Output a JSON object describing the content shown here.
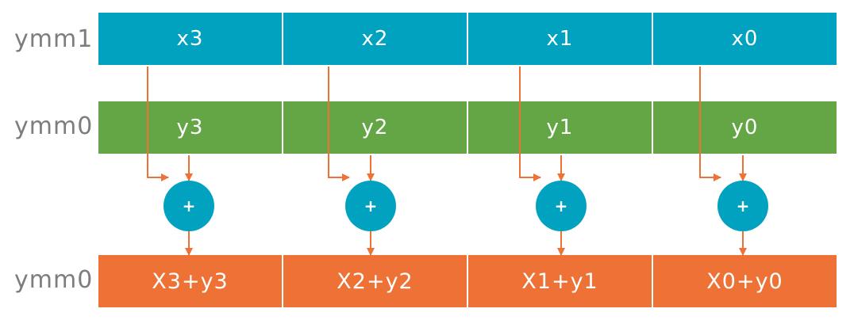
{
  "colors": {
    "x_row": "#00a2c0",
    "y_row": "#64a645",
    "result_row": "#ee7135",
    "adder": "#00a2c0",
    "arrow": "#ee7135",
    "label": "#7d7d7d"
  },
  "rows": {
    "x": {
      "label": "ymm1",
      "cells": [
        "x3",
        "x2",
        "x1",
        "x0"
      ]
    },
    "y": {
      "label": "ymm0",
      "cells": [
        "y3",
        "y2",
        "y1",
        "y0"
      ]
    },
    "result": {
      "label": "ymm0",
      "cells": [
        "X3+y3",
        "X2+y2",
        "X1+y1",
        "X0+y0"
      ]
    }
  },
  "adders": [
    "+",
    "+",
    "+",
    "+"
  ],
  "lanes": 4
}
